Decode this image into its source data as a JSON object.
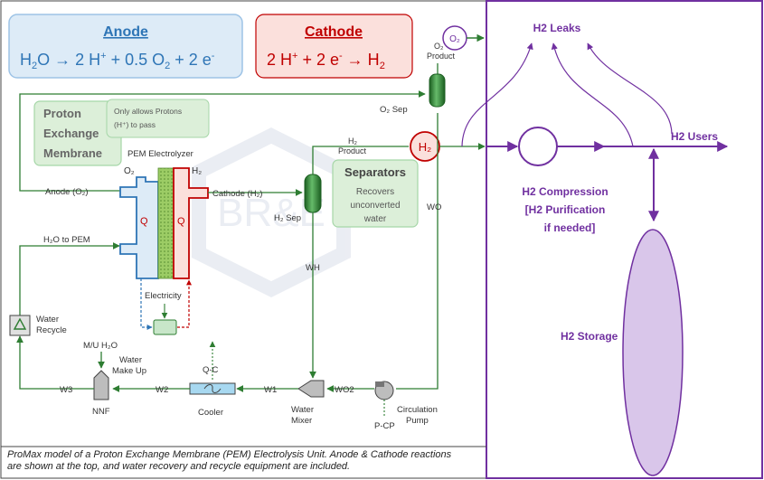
{
  "anode": {
    "title": "Anode",
    "reaction": {
      "a": "H",
      "a_sub": "2",
      "b": "O → 2 H",
      "b_sup": "+",
      "c": " + 0.5 O",
      "c_sub": "2",
      "d": " + 2 e",
      "d_sup": "-"
    }
  },
  "cathode": {
    "title": "Cathode",
    "reaction": {
      "a": "2 H",
      "a_sup": "+",
      "b": " + 2 e",
      "b_sup": "-",
      "c": " → H",
      "c_sub": "2"
    }
  },
  "pem_box": {
    "line1": "Proton",
    "line2": "Exchange",
    "line3": "Membrane"
  },
  "callout_protons": {
    "line1": "Only allows Protons",
    "line2": "(H⁺) to pass"
  },
  "electrolyzer": {
    "title": "PEM Electrolyzer",
    "o2": "O₂",
    "h2": "H₂",
    "q": "Q"
  },
  "streams": {
    "anode_o2": "Anode (O₂)",
    "cathode_h2": "Cathode (H₂)",
    "h2o_to_pem": "H₂O to PEM",
    "electricity": "Electricity",
    "o2_sep": "O₂ Sep",
    "o2_product_label": "O₂",
    "o2_product": "Product",
    "o2_circle": "O₂",
    "h2_product_line1": "H₂",
    "h2_product_line2": "Product",
    "h2_circle": "H₂",
    "h2_sep": "H₂ Sep",
    "wh": "WH",
    "wo": "WO",
    "wo2": "WO2",
    "w1": "W1",
    "w2": "W2",
    "w3": "W3",
    "mu_h2o": "M/U H₂O",
    "water_make_up_1": "Water",
    "water_make_up_2": "Make Up",
    "nnf": "NNF",
    "qc": "Q-C",
    "cooler": "Cooler",
    "water_mixer_1": "Water",
    "water_mixer_2": "Mixer",
    "circ_pump_1": "Circulation",
    "circ_pump_2": "Pump",
    "pcp": "P-CP",
    "water_recycle_1": "Water",
    "water_recycle_2": "Recycle"
  },
  "separators": {
    "title": "Separators",
    "line1": "Recovers",
    "line2": "unconverted",
    "line3": "water"
  },
  "watermark": "BR&E",
  "right_panel": {
    "h2_leaks": "H2 Leaks",
    "h2_users": "H2 Users",
    "h2_compression": "H2 Compression",
    "h2_purification_1": "[H2 Purification",
    "h2_purification_2": "if needed]",
    "h2_storage": "H2 Storage"
  },
  "caption": {
    "line1": "ProMax model of a Proton Exchange Membrane (PEM) Electrolysis Unit. Anode & Cathode reactions",
    "line2": "are shown at the top, and water recovery and recycle equipment are included."
  },
  "colors": {
    "anode_blue": "#2e75b6",
    "cathode_red": "#c00000",
    "stream_green": "#2e7d32",
    "panel_purple": "#7030a0",
    "storage_fill": "#d9c6ea",
    "pem_box_fill": "#dcefd9"
  }
}
